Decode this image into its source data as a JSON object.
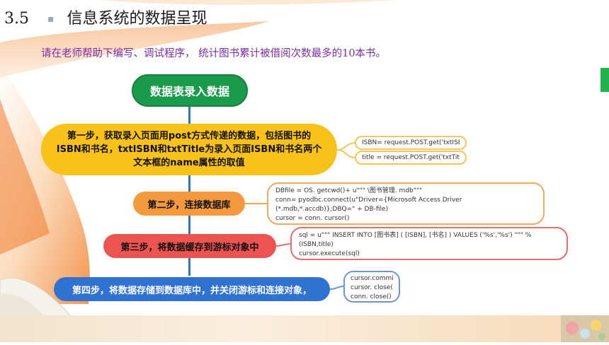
{
  "slide": {
    "section_number": "3.5",
    "section_title": "信息系统的数据呈现",
    "subtitle": "请在老师帮助下编写、调试程序，  统计图书累计被借阅次数最多的10本书。"
  },
  "diagram": {
    "head": "数据表录入数据",
    "step1": {
      "lines": [
        "第一步，获取录入页面用post方式传递的数据，包括图书的",
        "ISBN和书名，txtISBN和txtTitle为录入页面ISBN和书名两个",
        "文本框的name属性的取值"
      ],
      "code": [
        "ISBN= request.POST.get('txtISBN')",
        "title = request.POST.get('txtTitle')"
      ]
    },
    "step2": {
      "label": "第二步，连接数据库",
      "code": [
        "DBfile = OS. getcwd()+ u\"\"\" \\图书管理.  mdb\"\"\"",
        "conn= pyodbc.connect(u\"Driver={Microsoft Access Driver (*.mdb,*.accdb)};DBQ=\" + DB-file)",
        "cursor = conn. cursor()"
      ]
    },
    "step3": {
      "label": "第三步，将数据缓存到游标对象中",
      "code": [
        "sql = u\"\"\" INSERT INTO  [图书表]  ( [ISBN],  [书名] )  VALUES ('%s','%s') \"\"\" %(ISBN,title)",
        "cursor.execute(sql)"
      ]
    },
    "step4": {
      "label": "第四步，将数据存储到数据库中，并关闭游标和连接对象，",
      "code": [
        "cursor.commit()",
        "cursor. close()",
        "conn. close()"
      ]
    }
  },
  "colors": {
    "head": "#1a9a4b",
    "step1": "#f9c21a",
    "step2": "#f39a3f",
    "step3": "#ec5452",
    "step4": "#2f72d2",
    "spine": "#2e75c8",
    "subtitle": "#7a2da3"
  }
}
